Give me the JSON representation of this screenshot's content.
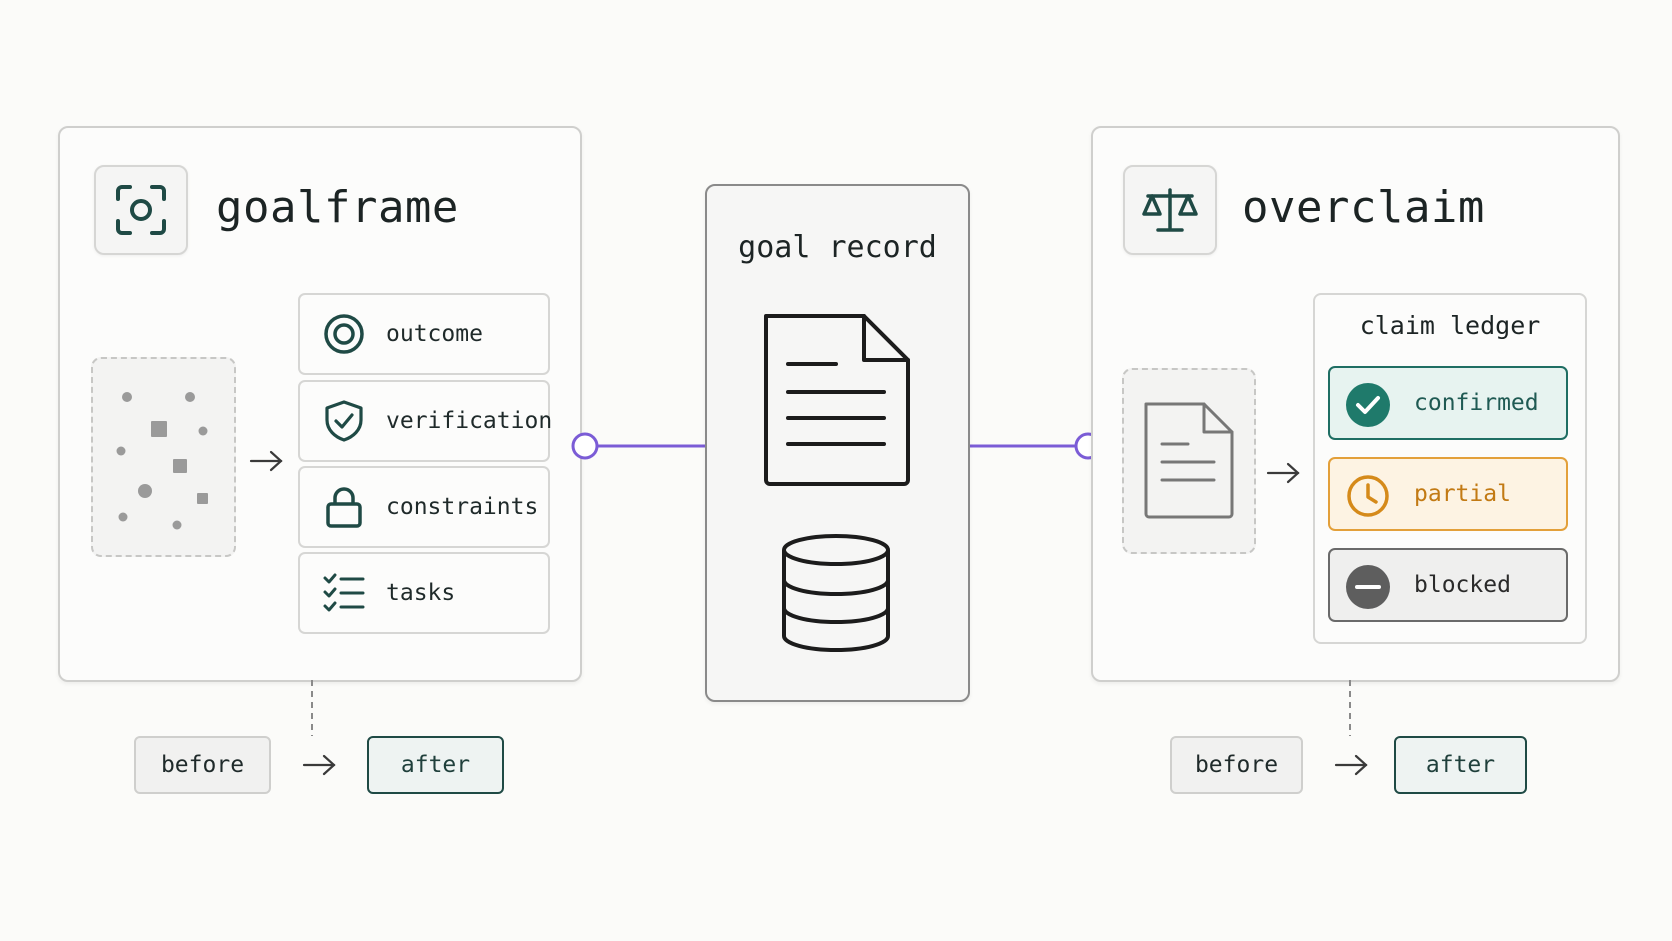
{
  "goalframe": {
    "title": "goalframe",
    "items": [
      {
        "label": "outcome"
      },
      {
        "label": "verification"
      },
      {
        "label": "constraints"
      },
      {
        "label": "tasks"
      }
    ],
    "before_label": "before",
    "after_label": "after"
  },
  "goal_record": {
    "title": "goal record"
  },
  "overclaim": {
    "title": "overclaim",
    "ledger_title": "claim ledger",
    "statuses": [
      {
        "label": "confirmed",
        "color": "#1f7a6b"
      },
      {
        "label": "partial",
        "color": "#d58a1a"
      },
      {
        "label": "blocked",
        "color": "#555555"
      }
    ],
    "before_label": "before",
    "after_label": "after"
  },
  "colors": {
    "connector": "#7b5cd6",
    "accent_dark": "#1f4a45"
  },
  "icons": {
    "goalframe": "focus-frame-icon",
    "overclaim": "scales-icon",
    "outcome": "target-icon",
    "verification": "shield-check-icon",
    "constraints": "lock-icon",
    "tasks": "checklist-icon",
    "record_doc": "document-icon",
    "record_db": "database-icon",
    "input_doc": "document-icon"
  }
}
